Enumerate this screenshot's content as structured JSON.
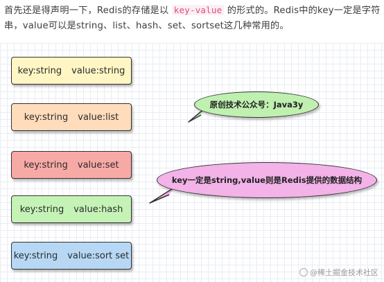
{
  "intro": {
    "part1": "首先还是得声明一下，Redis的存储是以 ",
    "code": "key-value",
    "part2": " 的形式的。Redis中的key一定是字符串，value可以是string、list、hash、set、sortset这几种常用的。"
  },
  "diagram": {
    "boxes": [
      {
        "key": "key:string",
        "value": "value:string",
        "color": "#fff6c4"
      },
      {
        "key": "key:string",
        "value": "value:list",
        "color": "#ffdcbb"
      },
      {
        "key": "key:string",
        "value": "value:set",
        "color": "#f7a9a6"
      },
      {
        "key": "key:string",
        "value": "value:hash",
        "color": "#c5f3b6"
      },
      {
        "key": "key:string",
        "value": "value:sort set",
        "color": "#b7d8f5"
      }
    ],
    "callouts": [
      {
        "text": "原创技术公众号：Java3y",
        "color": "#bff0b0"
      },
      {
        "text": "key一定是string,value则是Redis提供的数据结构",
        "color": "#f3b2e8"
      }
    ]
  },
  "watermark": "@稀土掘金技术社区"
}
